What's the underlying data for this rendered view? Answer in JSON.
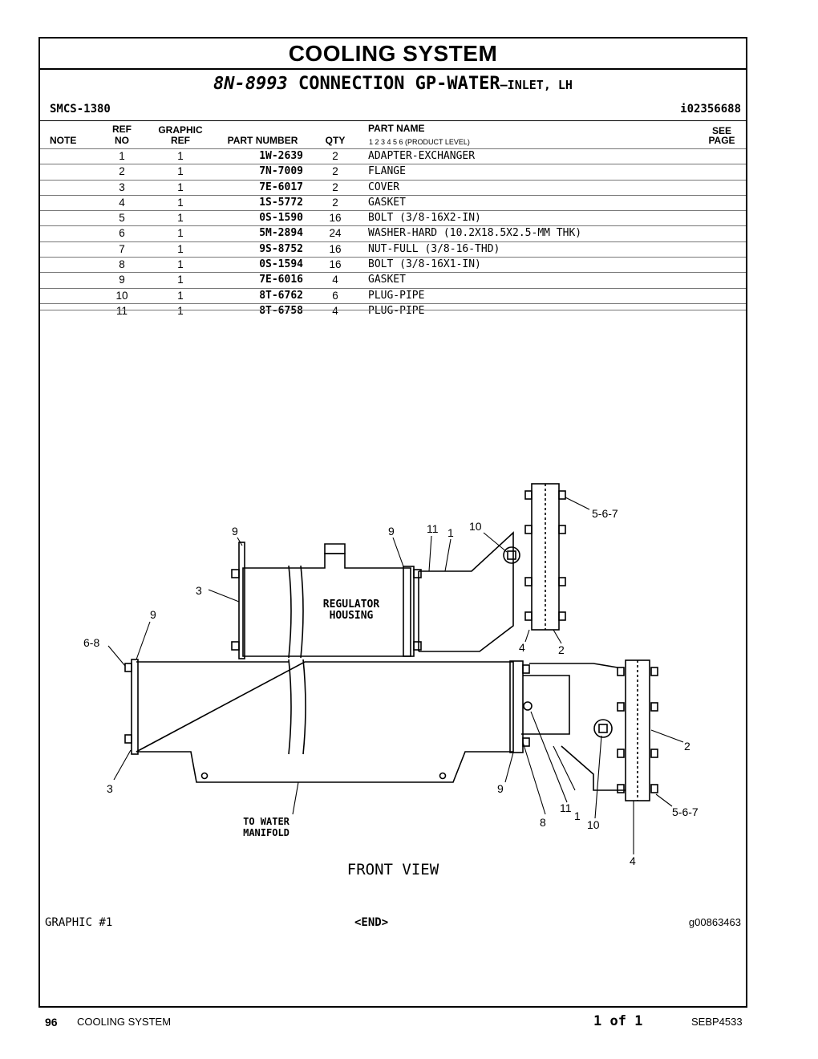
{
  "header": {
    "section_title": "COOLING SYSTEM",
    "group_part_number": "8N-8993",
    "group_name": "CONNECTION GP-WATER",
    "group_suffix": "—INLET, LH",
    "smcs": "SMCS-1380",
    "illustration_id": "i02356688"
  },
  "table": {
    "headers": {
      "note": "NOTE",
      "ref_no_1": "REF",
      "ref_no_2": "NO",
      "graphic_ref_1": "GRAPHIC",
      "graphic_ref_2": "REF",
      "part_number": "PART NUMBER",
      "qty": "QTY",
      "part_name": "PART NAME",
      "product_level": "1    2    3    4    5    6   (PRODUCT LEVEL)",
      "see_page_1": "SEE",
      "see_page_2": "PAGE"
    },
    "rows": [
      {
        "ref": "1",
        "graphic": "1",
        "part_number": "1W-2639",
        "qty": "2",
        "name": "ADAPTER-EXCHANGER"
      },
      {
        "ref": "2",
        "graphic": "1",
        "part_number": "7N-7009",
        "qty": "2",
        "name": "FLANGE"
      },
      {
        "ref": "3",
        "graphic": "1",
        "part_number": "7E-6017",
        "qty": "2",
        "name": "COVER"
      },
      {
        "ref": "4",
        "graphic": "1",
        "part_number": "1S-5772",
        "qty": "2",
        "name": "GASKET"
      },
      {
        "ref": "5",
        "graphic": "1",
        "part_number": "0S-1590",
        "qty": "16",
        "name": "BOLT (3/8-16X2-IN)"
      },
      {
        "ref": "6",
        "graphic": "1",
        "part_number": "5M-2894",
        "qty": "24",
        "name": "WASHER-HARD (10.2X18.5X2.5-MM THK)"
      },
      {
        "ref": "7",
        "graphic": "1",
        "part_number": "9S-8752",
        "qty": "16",
        "name": "NUT-FULL (3/8-16-THD)"
      },
      {
        "ref": "8",
        "graphic": "1",
        "part_number": "0S-1594",
        "qty": "16",
        "name": "BOLT (3/8-16X1-IN)"
      },
      {
        "ref": "9",
        "graphic": "1",
        "part_number": "7E-6016",
        "qty": "4",
        "name": "GASKET"
      },
      {
        "ref": "10",
        "graphic": "1",
        "part_number": "8T-6762",
        "qty": "6",
        "name": "PLUG-PIPE"
      },
      {
        "ref": "11",
        "graphic": "1",
        "part_number": "8T-6758",
        "qty": "4",
        "name": "PLUG-PIPE"
      }
    ]
  },
  "drawing": {
    "regulator_line1": "REGULATOR",
    "regulator_line2": "HOUSING",
    "manifold_line1": "TO WATER",
    "manifold_line2": "MANIFOLD",
    "view_label": "FRONT VIEW",
    "callouts": {
      "c9a": "9",
      "c9b": "9",
      "c11a": "11",
      "c1a": "1",
      "c10a": "10",
      "c567a": "5-6-7",
      "c3a": "3",
      "c9c": "9",
      "c68": "6-8",
      "c4a": "4",
      "c2a": "2",
      "c3b": "3",
      "c9d": "9",
      "c8": "8",
      "c11b": "11",
      "c1b": "1",
      "c10b": "10",
      "c2b": "2",
      "c567b": "5-6-7",
      "c4b": "4"
    }
  },
  "graphic_footer": {
    "graphic_label": "GRAPHIC #1",
    "end_marker": "<END>",
    "graphic_id": "g00863463"
  },
  "page_footer": {
    "page_number": "96",
    "section": "COOLING SYSTEM",
    "page_of": "1 of 1",
    "doc_id": "SEBP4533"
  }
}
